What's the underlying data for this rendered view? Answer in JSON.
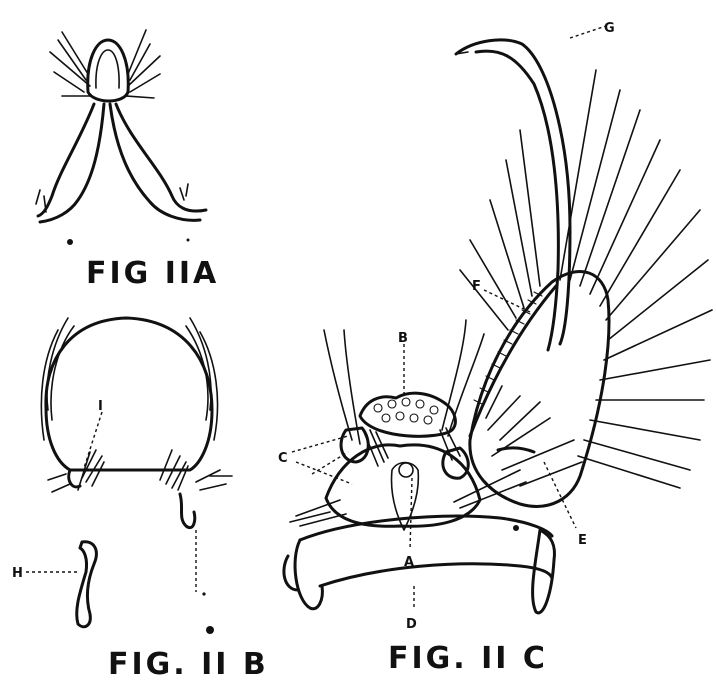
{
  "figures": {
    "a": {
      "caption": "FIG IIA"
    },
    "b": {
      "caption": "FIG. II B",
      "labels": {
        "i": "I",
        "h": "H"
      }
    },
    "c": {
      "caption": "FIG. II C",
      "labels": {
        "a": "A",
        "b": "B",
        "c": "C",
        "d": "D",
        "e": "E",
        "f": "F",
        "g": "G"
      }
    }
  },
  "colors": {
    "ink": "#111111",
    "paper": "#ffffff"
  }
}
